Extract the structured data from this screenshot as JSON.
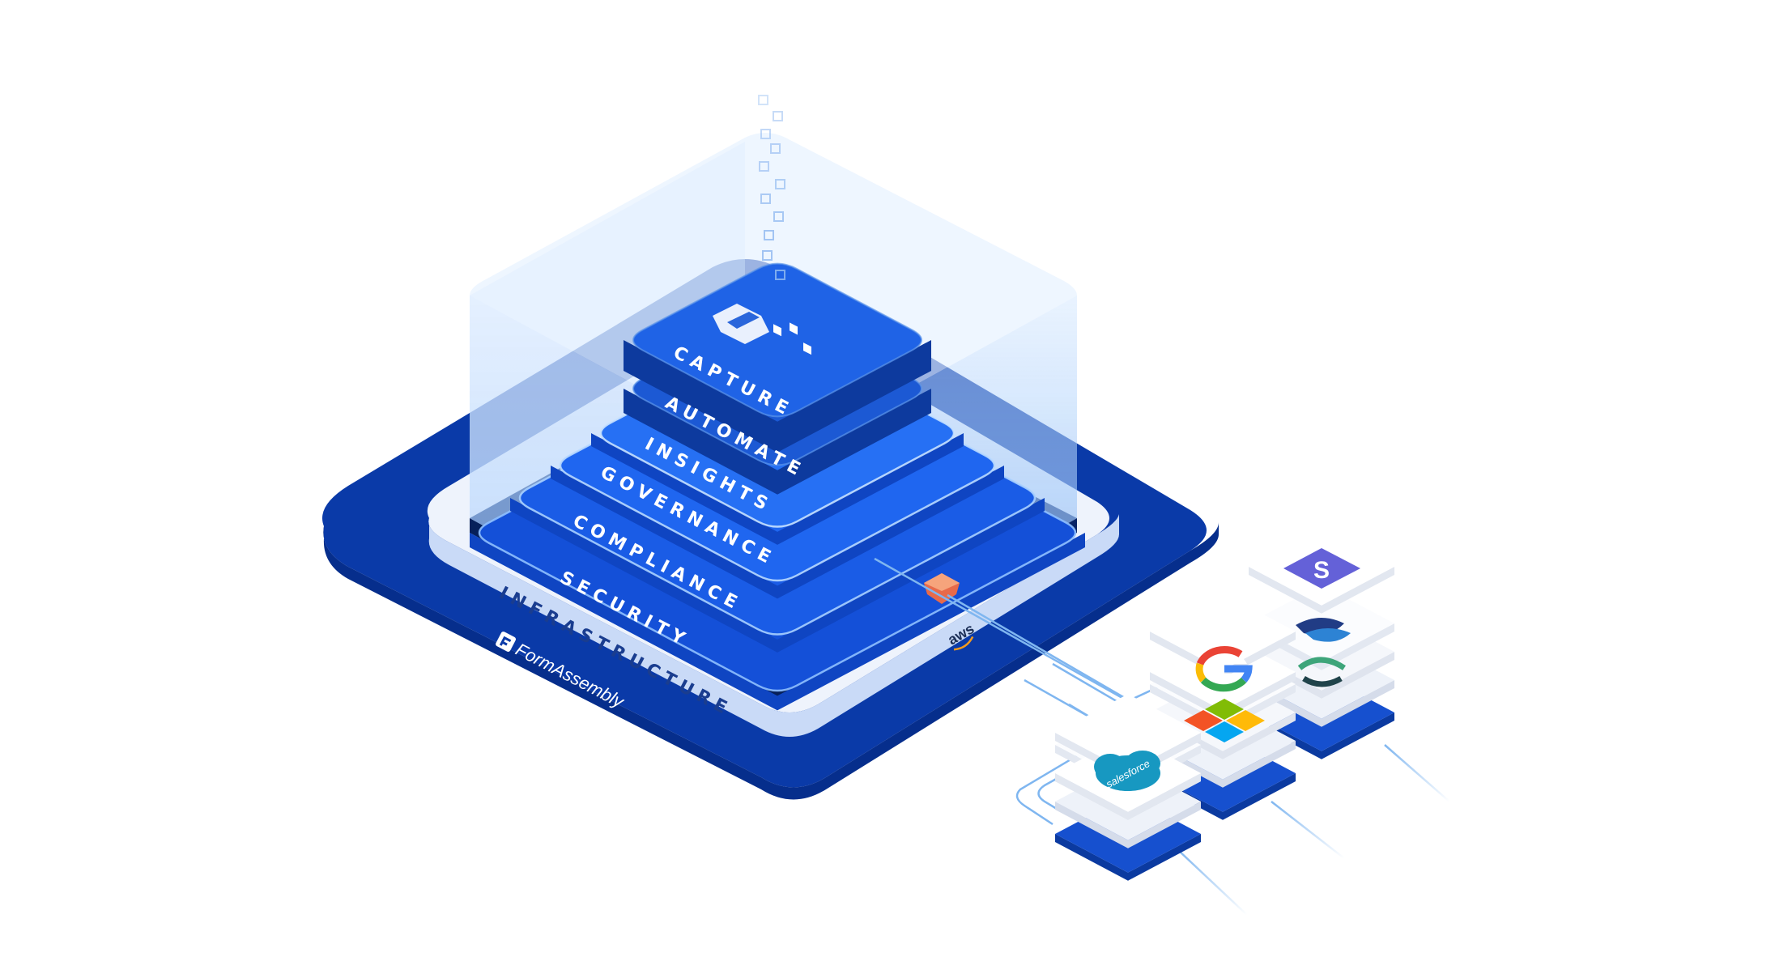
{
  "layers": [
    {
      "id": "capture",
      "label": "CAPTURE"
    },
    {
      "id": "automate",
      "label": "AUTOMATE"
    },
    {
      "id": "insights",
      "label": "INSIGHTS"
    },
    {
      "id": "governance",
      "label": "GOVERNANCE"
    },
    {
      "id": "compliance",
      "label": "COMPLIANCE"
    },
    {
      "id": "security",
      "label": "SECURITY"
    },
    {
      "id": "infrastructure",
      "label": "INFRASTRUCTURE"
    }
  ],
  "brand": {
    "name": "FormAssembly",
    "logo_icon": "formassembly-logo-icon"
  },
  "hosting_badge": {
    "label": "aws"
  },
  "integrations": [
    {
      "name": "stripe",
      "icon": "stripe-s-icon",
      "label": "S"
    },
    {
      "name": "paypal",
      "icon": "paypal-icon"
    },
    {
      "name": "quickbooks",
      "icon": "quickbooks-icon"
    },
    {
      "name": "google",
      "icon": "google-g-icon"
    },
    {
      "name": "microsoft",
      "icon": "microsoft-icon"
    },
    {
      "name": "salesforce",
      "icon": "salesforce-cloud-icon",
      "label": "salesforce"
    }
  ],
  "colors": {
    "navy": "#0a3aa8",
    "royal": "#1f62e0",
    "sky": "#6aa8f5",
    "glass": "#cfe6ff",
    "light_plate": "#dde8fb",
    "shield": "#e86a4a",
    "stripe_purple": "#6461d8"
  }
}
